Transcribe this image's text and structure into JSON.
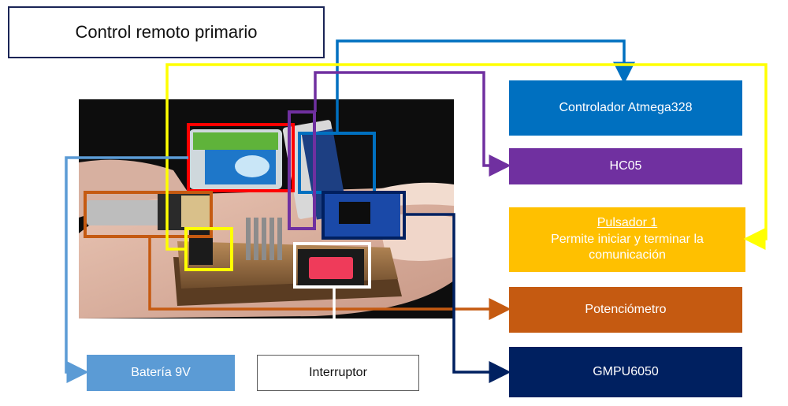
{
  "title": "Control remoto primario",
  "labels": {
    "atmega": "Controlador Atmega328",
    "hc05": "HC05",
    "pulsador_title": "Pulsador 1",
    "pulsador_desc": "Permite iniciar y terminar la comunicación",
    "potenciometro": "Potenciómetro",
    "gmpu": "GMPU6050",
    "bateria": "Batería 9V",
    "interruptor": "Interruptor"
  },
  "colors": {
    "atmega": "#0070c0",
    "hc05": "#7030a0",
    "pulsador": "#ffc000",
    "pulsador_line": "#ffff00",
    "potenciometro": "#c55a11",
    "gmpu": "#002060",
    "bateria": "#5b9bd5",
    "interruptor": "#ffffff",
    "title_border": "#1a2456"
  }
}
